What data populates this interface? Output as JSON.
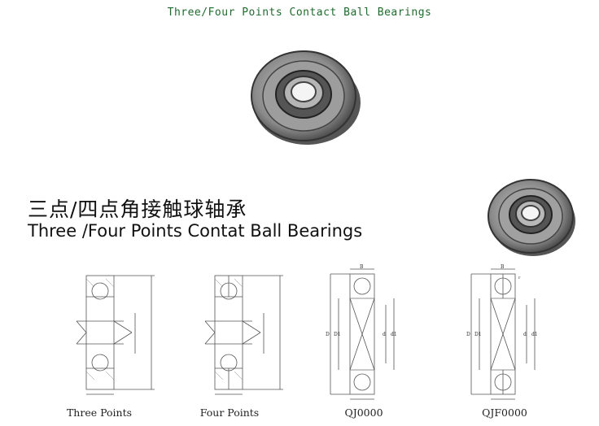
{
  "header": {
    "title": "Three/Four Points Contact Ball Bearings"
  },
  "section": {
    "title_cn": "三点/四点角接触球轴承",
    "title_en": "Three /Four Points Contat Ball Bearings"
  },
  "diagrams": [
    {
      "caption": "Three Points"
    },
    {
      "caption": "Four Points"
    },
    {
      "caption": "QJ0000"
    },
    {
      "caption": "QJF0000"
    }
  ],
  "labels": {
    "B": "B",
    "D": "D",
    "D1": "D1",
    "d": "d",
    "d1": "d1",
    "r": "r"
  },
  "colors": {
    "title_green": "#1f6b2e"
  }
}
